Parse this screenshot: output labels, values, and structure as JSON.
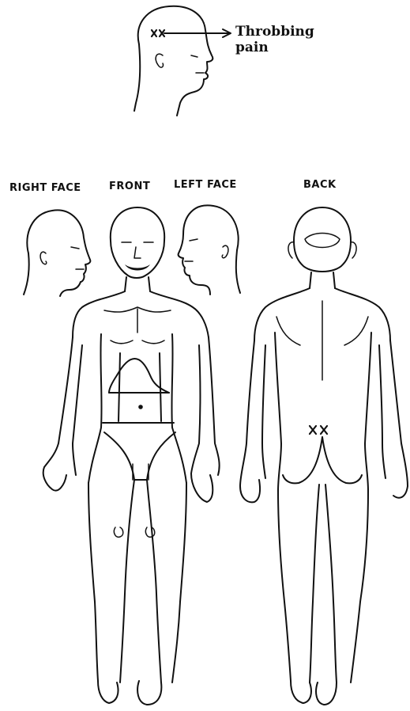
{
  "annotation": {
    "line1": "Throbbing",
    "line2": "pain"
  },
  "views": {
    "right_face": "RIGHT FACE",
    "front": "FRONT",
    "left_face": "LEFT FACE",
    "back": "BACK"
  },
  "colors": {
    "ink": "#111111",
    "paper": "#ffffff"
  }
}
